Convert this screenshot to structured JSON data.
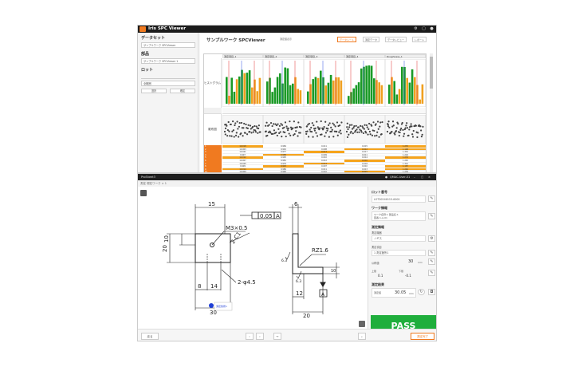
{
  "top_app": {
    "title": "Iris SPC Viewer",
    "sidebar": {
      "dataset_heading": "データセット",
      "dataset_value": "サンプルワーク SPCViewer",
      "part_heading": "部品",
      "part_value": "サンプルワーク SPCViewer 1",
      "lot_heading": "ロット",
      "lot_filter": "全範囲",
      "btn_select": "選択",
      "btn_confirm": "確定"
    },
    "main": {
      "title": "サンプルワーク SPCViewer",
      "badge": "測定値表示",
      "toolbar": {
        "data_sheet": "データシート",
        "item_sheet": "測定データ",
        "review": "データレビュー",
        "export": "レポート"
      },
      "columns": [
        "測定項目_1",
        "測定項目_2",
        "測定項目_3",
        "測定項目_4",
        "Roughness_1"
      ],
      "row_labels": {
        "histogram": "ヒストグラム",
        "scatter": "散布図"
      },
      "rows": [
        {
          "label": "1",
          "vals": [
            "10.018",
            "9.984",
            "0.011",
            "0.015",
            "1.253"
          ]
        },
        {
          "label": "2",
          "vals": [
            "10.003",
            "9.991",
            "0.008",
            "0.012",
            "1.198"
          ]
        },
        {
          "label": "3",
          "vals": [
            "10.021",
            "9.977",
            "0.013",
            "0.017",
            "1.301"
          ]
        },
        {
          "label": "4",
          "vals": [
            "9.997",
            "9.988",
            "0.009",
            "0.011",
            "1.224"
          ]
        },
        {
          "label": "5",
          "vals": [
            "10.012",
            "9.995",
            "0.010",
            "0.014",
            "1.276"
          ]
        },
        {
          "label": "6",
          "vals": [
            "10.007",
            "9.981",
            "0.012",
            "0.016",
            "1.245"
          ]
        },
        {
          "label": "7",
          "vals": [
            "10.025",
            "9.979",
            "0.014",
            "0.018",
            "1.312"
          ]
        },
        {
          "label": "8",
          "vals": [
            "9.999",
            "9.993",
            "0.007",
            "0.010",
            "1.187"
          ]
        },
        {
          "label": "9",
          "vals": [
            "10.014",
            "9.986",
            "0.011",
            "0.013",
            "1.262"
          ]
        },
        {
          "label": "10",
          "vals": [
            "10.009",
            "9.990",
            "0.010",
            "0.015",
            "1.239"
          ]
        }
      ]
    }
  },
  "bottom_app": {
    "title": "ProSheet3",
    "user": "QMAC-User-01",
    "breadcrumb": "測定 現在ワーク > 1",
    "drawing": {
      "dim_15": "15",
      "dim_6": "6",
      "thread": "M3×0.5",
      "flatness_value": "0.05",
      "datum": "A",
      "dim_10": "10",
      "dim_20_left": "20",
      "chamfer": "2-C1",
      "roughness": "RZ1.6",
      "dim_8": "8",
      "dim_14": "14",
      "holes": "2-φ4.5",
      "dim_30": "30",
      "dim_12": "12",
      "dim_20_bottom": "20",
      "dim_10_right": "10",
      "surf_6_3_a": "6.3",
      "surf_6_3_b": "6.3",
      "marker_label": "測定箇所1"
    },
    "right_panel": {
      "lot_heading": "ロット番号",
      "lot_value": "LOT20240115-0001",
      "work_heading": "ワーク情報",
      "work_line1": "ワーク名称:1  部品名:1",
      "work_line2": "図番:1-A-01",
      "measure_heading": "測定情報",
      "measure_sub": "測定機器",
      "measure_value": "ノギス",
      "item_label": "測定項目",
      "item_value": "1 測定箇所1",
      "nominal_label": "公称値",
      "nominal_value": "30",
      "nominal_unit": "mm",
      "upper_label": "上限",
      "lower_label": "下限",
      "upper_value": "0.1",
      "lower_value": "-0.1",
      "result_heading": "測定結果",
      "result_label": "測定値",
      "result_value": "30.05",
      "result_unit": "mm",
      "pass": "PASS"
    },
    "bottom_bar": {
      "back": "戻る",
      "finish": "測定完了"
    }
  },
  "colors": {
    "accent": "#f07a20",
    "pass": "#1fae3c",
    "hist_green": "#1a9a26",
    "hist_orange": "#f0a020",
    "marker": "#1f3fd6"
  }
}
